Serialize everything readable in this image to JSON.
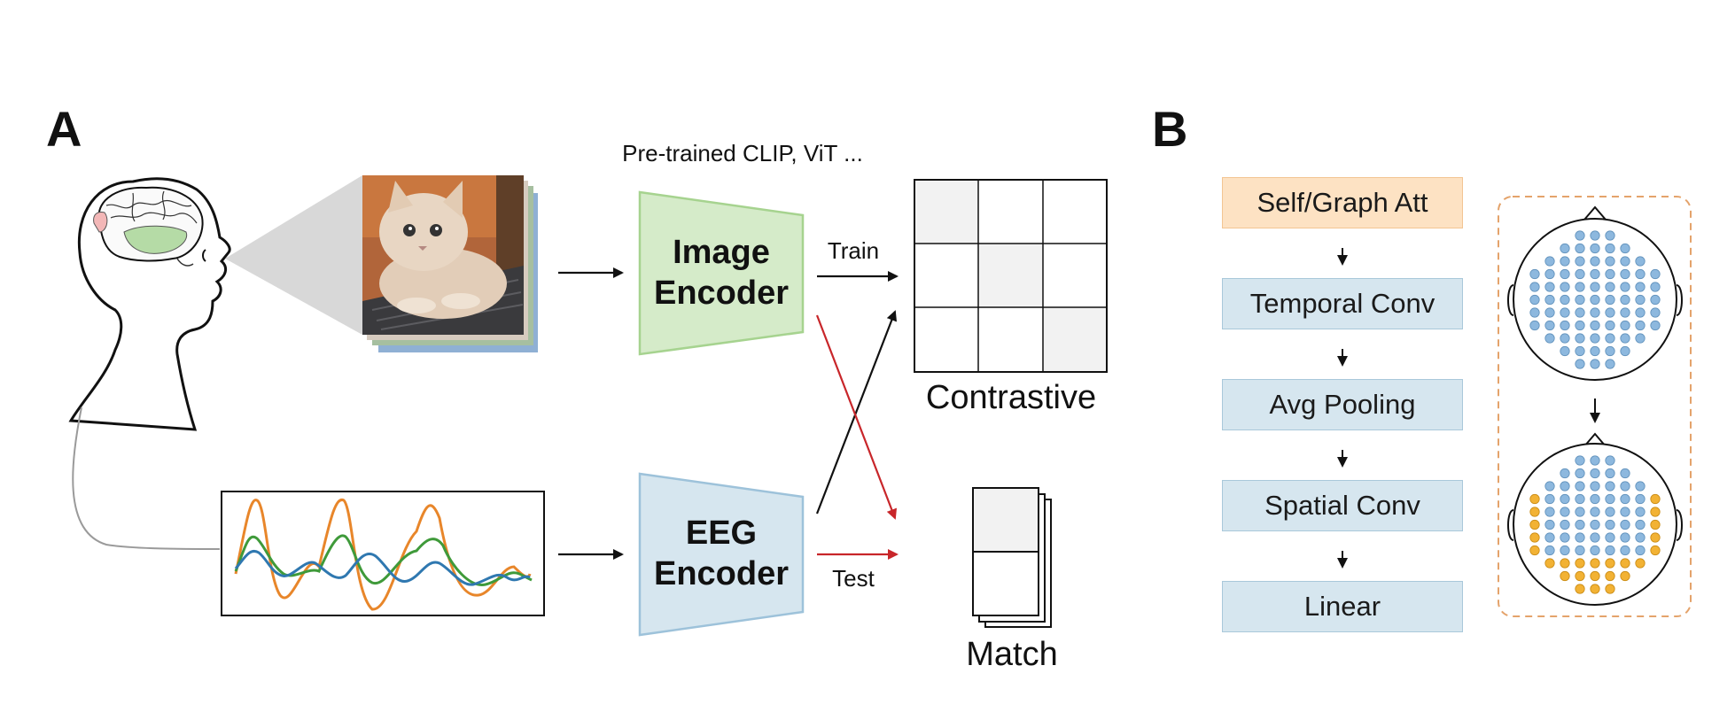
{
  "panel_a": {
    "letter": "A",
    "pretrained_caption": "Pre-trained CLIP, ViT ...",
    "image_encoder_label": "Image\nEncoder",
    "eeg_encoder_label": "EEG\nEncoder",
    "train_label": "Train",
    "test_label": "Test",
    "contrastive_label": "Contrastive",
    "match_label": "Match",
    "stimulus_image": "kitten-photo-on-keyboard",
    "eeg_signal_colors": [
      "#e8862a",
      "#3f9a3a",
      "#2f78b0"
    ]
  },
  "panel_b": {
    "letter": "B",
    "blocks": [
      {
        "label": "Self/Graph Att",
        "style": "orange"
      },
      {
        "label": "Temporal Conv",
        "style": "blue"
      },
      {
        "label": "Avg Pooling",
        "style": "blue"
      },
      {
        "label": "Spatial Conv",
        "style": "blue"
      },
      {
        "label": "Linear",
        "style": "blue"
      }
    ]
  },
  "colors": {
    "image_encoder_fill": "#d5ebc9",
    "image_encoder_stroke": "#a6d38f",
    "eeg_encoder_fill": "#d6e6ef",
    "eeg_encoder_stroke": "#9dc2da",
    "test_arrow": "#c8262a",
    "electrode_blue": "#8db8de",
    "electrode_orange": "#f2b234",
    "dashed_box": "#e4a36b"
  }
}
